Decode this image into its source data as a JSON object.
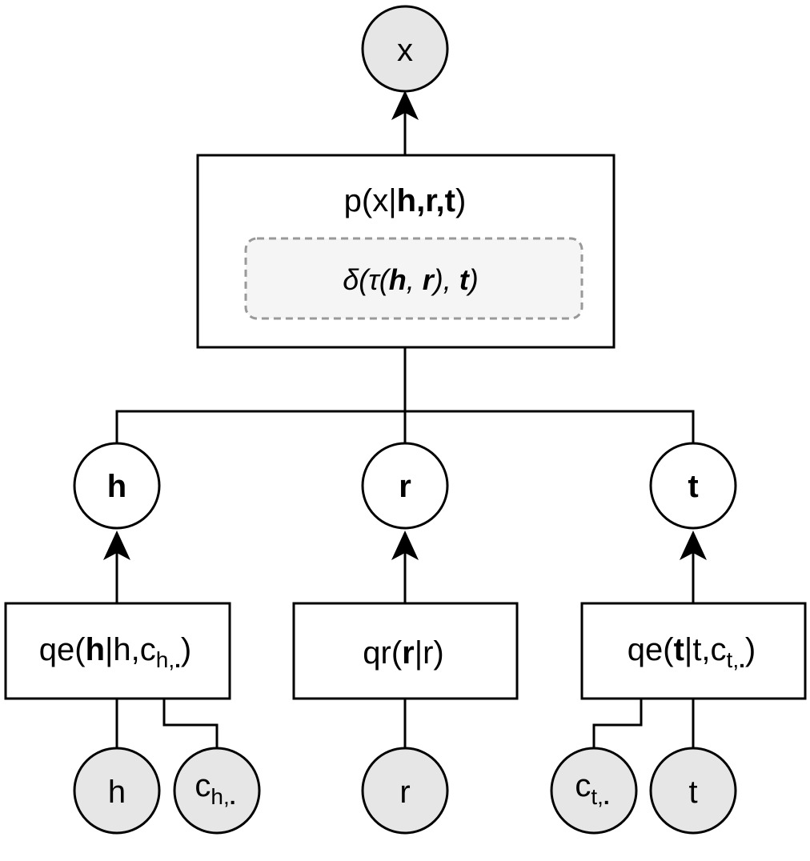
{
  "nodes": {
    "x_obs": "x",
    "h_latent": "h",
    "r_latent": "r",
    "t_latent": "t",
    "h_obs": "h",
    "ch_obs": {
      "base": "c",
      "sub": "h,",
      "dot": "."
    },
    "r_obs": "r",
    "ct_obs": {
      "base": "c",
      "sub": "t,",
      "dot": "."
    },
    "t_obs": "t"
  },
  "boxes": {
    "generator": {
      "p_open": "p(x|",
      "p_bold": "h,r,t",
      "p_close": ")"
    },
    "score": {
      "delta_open": "δ(τ(",
      "h": "h",
      "sep": ", ",
      "r": "r",
      "mid": "), ",
      "t": "t",
      "close": ")"
    },
    "qe_h": {
      "open": "qe(",
      "bold": "h",
      "mid": "|h,c",
      "sub": "h,",
      "dot": ".",
      "close": ")"
    },
    "qr": {
      "open": "qr(",
      "bold": "r",
      "close": "|r)"
    },
    "qe_t": {
      "open": "qe(",
      "bold": "t",
      "mid": "|t,c",
      "sub": "t,",
      "dot": ".",
      "close": ")"
    }
  },
  "colors": {
    "observed_fill": "#e6e6e6",
    "latent_fill": "#ffffff",
    "score_fill": "#f5f5f5",
    "score_border": "#999999",
    "stroke": "#000000"
  }
}
